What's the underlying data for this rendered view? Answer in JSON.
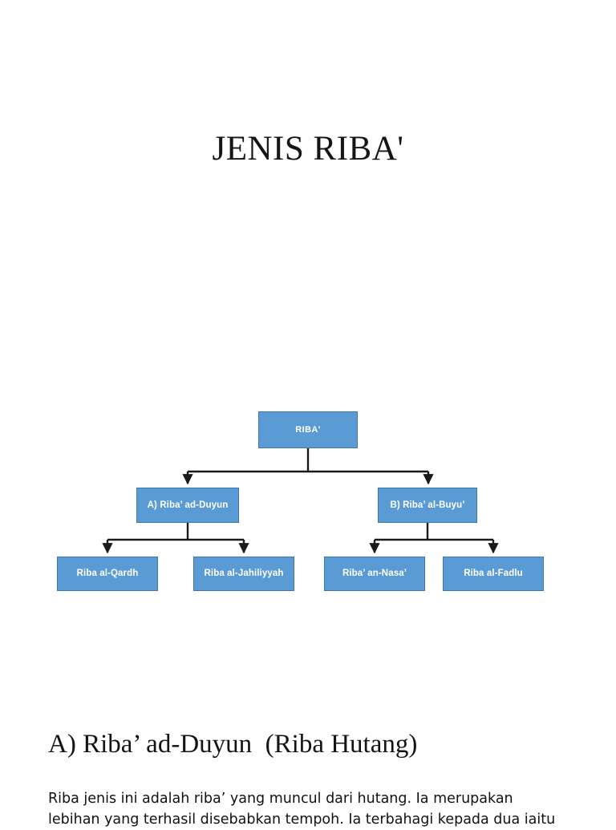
{
  "page": {
    "background": "#ffffff",
    "title": "JENIS RIBA'"
  },
  "diagram": {
    "type": "org-chart",
    "box_fill": "#5B9BD5",
    "box_border": "#4178AC",
    "box_text_color": "#ffffff",
    "connector_color": "#1a1a1a",
    "root": {
      "label": "RIBA'"
    },
    "level2": [
      {
        "label": "A) Riba’ ad-Duyun"
      },
      {
        "label": "B) Riba’ al-Buyu’"
      }
    ],
    "level3": [
      {
        "label": "Riba al-Qardh"
      },
      {
        "label": "Riba al-Jahiliyyah"
      },
      {
        "label": "Riba’ an-Nasa’"
      },
      {
        "label": "Riba al-Fadlu"
      }
    ]
  },
  "content": {
    "heading": "A) Riba’ ad-Duyun  (Riba Hutang)",
    "paragraph_lines": [
      "Riba jenis ini adalah riba’ yang muncul dari hutang. Ia merupakan",
      "lebihan yang terhasil disebabkan tempoh. Ia terbahagi kepada dua iaitu"
    ]
  }
}
